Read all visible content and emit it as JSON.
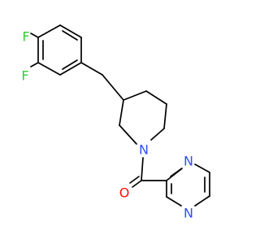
{
  "molecule": {
    "atoms": {
      "fluorine_top": {
        "text": "F",
        "color": "#33cc33"
      },
      "fluorine_left": {
        "text": "F",
        "color": "#33cc33"
      },
      "piperidine_nitrogen": {
        "text": "N",
        "color": "#3050f8"
      },
      "carbonyl_oxygen": {
        "text": "O",
        "color": "#ff0d0d"
      },
      "pyrazine_nitrogen_top": {
        "text": "N",
        "color": "#3050f8"
      },
      "pyrazine_nitrogen_bottom": {
        "text": "N",
        "color": "#3050f8"
      }
    },
    "bond_color": "#000000"
  }
}
